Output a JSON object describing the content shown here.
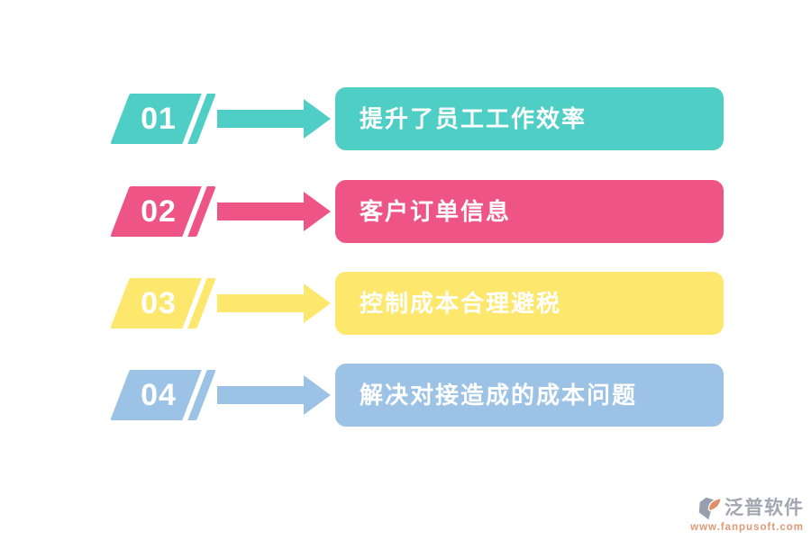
{
  "canvas": {
    "background": "#FFFFFF",
    "text_color": "#FFFFFF"
  },
  "steps": [
    {
      "number": "01",
      "label": "提升了员工工作效率",
      "color": "#4FCEC5"
    },
    {
      "number": "02",
      "label": "客户订单信息",
      "color": "#EE5586"
    },
    {
      "number": "03",
      "label": "控制成本合理避税",
      "color": "#FDE76C"
    },
    {
      "number": "04",
      "label": "解决对接造成的成本问题",
      "color": "#9CC3E6"
    }
  ],
  "watermark": {
    "brand": "泛普软件",
    "url": "www.fanpusoft.com",
    "brand_color": "#989DA9",
    "url_color": "#DE8E66",
    "logo_gray": "#8D94A5",
    "logo_orange": "#DC855C"
  }
}
